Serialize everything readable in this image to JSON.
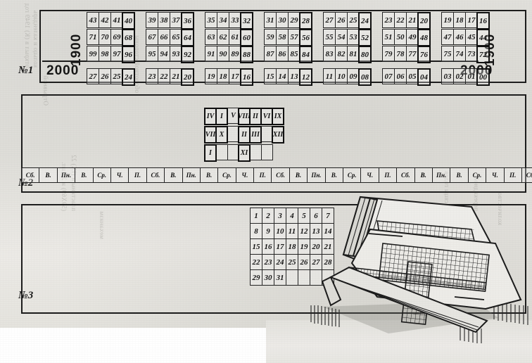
{
  "figure": {
    "kind": "perpetual-calendar-device-diagram",
    "panel_labels": {
      "one": "№1",
      "two": "№2",
      "three": "№3"
    }
  },
  "panel1": {
    "year_top_left": "1900",
    "year_bottom_left": "2000",
    "year_top_right": "1900",
    "year_bottom_right": "2000",
    "groups": [
      {
        "rows": [
          [
            "43",
            "42",
            "41",
            "40"
          ],
          [
            "71",
            "70",
            "69",
            "68"
          ],
          [
            "99",
            "98",
            "97",
            "96"
          ],
          [
            "27",
            "26",
            "25",
            "24"
          ]
        ],
        "highlight_col": 3
      },
      {
        "rows": [
          [
            "39",
            "38",
            "37",
            "36"
          ],
          [
            "67",
            "66",
            "65",
            "64"
          ],
          [
            "95",
            "94",
            "93",
            "92"
          ],
          [
            "23",
            "22",
            "21",
            "20"
          ]
        ],
        "highlight_col": 3
      },
      {
        "rows": [
          [
            "35",
            "34",
            "33",
            "32"
          ],
          [
            "63",
            "62",
            "61",
            "60"
          ],
          [
            "91",
            "90",
            "89",
            "88"
          ],
          [
            "19",
            "18",
            "17",
            "16"
          ]
        ],
        "highlight_col": 3
      },
      {
        "rows": [
          [
            "31",
            "30",
            "29",
            "28"
          ],
          [
            "59",
            "58",
            "57",
            "56"
          ],
          [
            "87",
            "86",
            "85",
            "84"
          ],
          [
            "15",
            "14",
            "13",
            "12"
          ]
        ],
        "highlight_col": 3
      },
      {
        "rows": [
          [
            "27",
            "26",
            "25",
            "24"
          ],
          [
            "55",
            "54",
            "53",
            "52"
          ],
          [
            "83",
            "82",
            "81",
            "80"
          ],
          [
            "11",
            "10",
            "09",
            "08"
          ]
        ],
        "highlight_col": 3
      },
      {
        "rows": [
          [
            "23",
            "22",
            "21",
            "20"
          ],
          [
            "51",
            "50",
            "49",
            "48"
          ],
          [
            "79",
            "78",
            "77",
            "76"
          ],
          [
            "07",
            "06",
            "05",
            "04"
          ]
        ],
        "highlight_col": 3
      },
      {
        "rows": [
          [
            "19",
            "18",
            "17",
            "16"
          ],
          [
            "47",
            "46",
            "45",
            "44"
          ],
          [
            "75",
            "74",
            "73",
            "72"
          ],
          [
            "03",
            "02",
            "01",
            "00"
          ]
        ],
        "highlight_col": 3
      }
    ]
  },
  "panel2": {
    "roman_rows": [
      [
        "IV",
        "I",
        "V",
        "VIII",
        "II",
        "VI",
        "IX"
      ],
      [
        "VII",
        "X",
        "",
        "II",
        "III",
        "",
        "XII"
      ],
      [
        "I",
        "",
        "",
        "XI",
        "",
        ""
      ]
    ],
    "roman_highlight": [
      [
        true,
        true,
        false,
        true,
        true,
        true,
        true
      ],
      [
        true,
        true,
        false,
        true,
        true,
        false,
        true
      ],
      [
        true,
        false,
        false,
        true,
        false,
        false
      ]
    ],
    "weekday_cycle": [
      "Сб.",
      "В.",
      "Пн.",
      "В.",
      "Ср.",
      "Ч.",
      "П."
    ],
    "weekday_count": 30
  },
  "panel3": {
    "day_rows": [
      [
        "1",
        "2",
        "3",
        "4",
        "5",
        "6",
        "7"
      ],
      [
        "8",
        "9",
        "10",
        "11",
        "12",
        "13",
        "14"
      ],
      [
        "15",
        "16",
        "17",
        "18",
        "19",
        "20",
        "21"
      ],
      [
        "22",
        "23",
        "24",
        "25",
        "26",
        "27",
        "28"
      ],
      [
        "29",
        "30",
        "31",
        "",
        "",
        "",
        ""
      ]
    ]
  },
  "showthrough": {
    "lines": [
      "открыл в (К) 1949 год",
      "кольцо и календарь",
      "оборотной стороны",
      "(59Х69) и 22 шт.",
      "пластины и (IX) 22",
      "Отрывной",
      "месяцы годов",
      "перекидной",
      "количество",
      "механизм"
    ]
  },
  "colors": {
    "ink": "#1b1b1b",
    "paper": "#e7e6e1",
    "showthrough": "#8c8b85"
  }
}
